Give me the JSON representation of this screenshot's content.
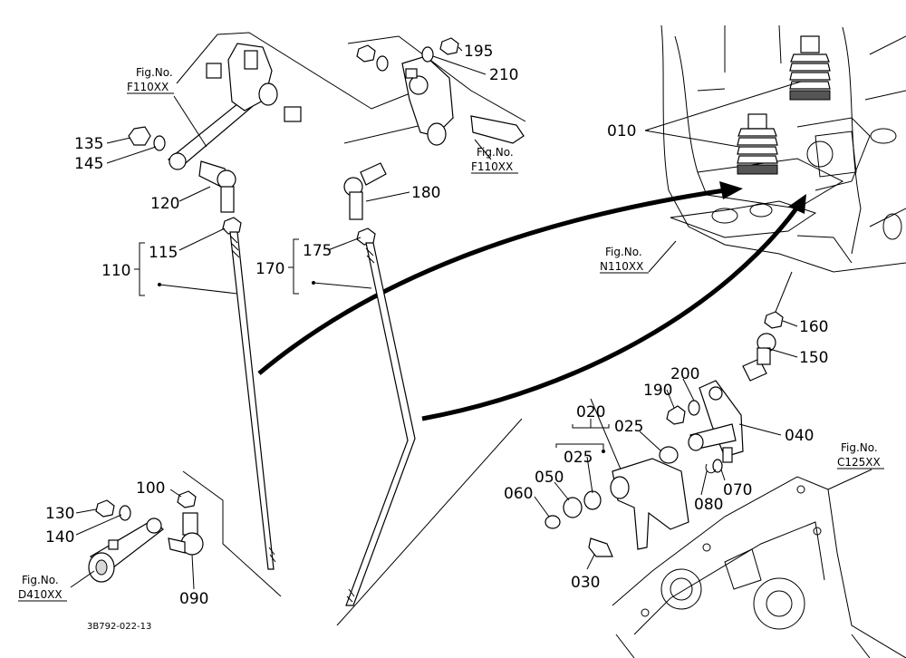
{
  "figure_refs": {
    "f110_left": {
      "label": "Fig.No.",
      "code": "F110XX"
    },
    "f110_right": {
      "label": "Fig.No.",
      "code": "F110XX"
    },
    "n110": {
      "label": "Fig.No.",
      "code": "N110XX"
    },
    "c125": {
      "label": "Fig.No.",
      "code": "C125XX"
    },
    "d410": {
      "label": "Fig.No.",
      "code": "D410XX"
    }
  },
  "parts": {
    "p010": "010",
    "p020": "020",
    "p025a": "025",
    "p025b": "025",
    "p030": "030",
    "p040": "040",
    "p050": "050",
    "p060": "060",
    "p070": "070",
    "p080": "080",
    "p090": "090",
    "p100": "100",
    "p110": "110",
    "p115": "115",
    "p120": "120",
    "p130": "130",
    "p135": "135",
    "p140": "140",
    "p145": "145",
    "p150": "150",
    "p160": "160",
    "p170": "170",
    "p175": "175",
    "p180": "180",
    "p190": "190",
    "p195": "195",
    "p200": "200",
    "p210": "210"
  },
  "drawing_code": "3B792-022-13"
}
